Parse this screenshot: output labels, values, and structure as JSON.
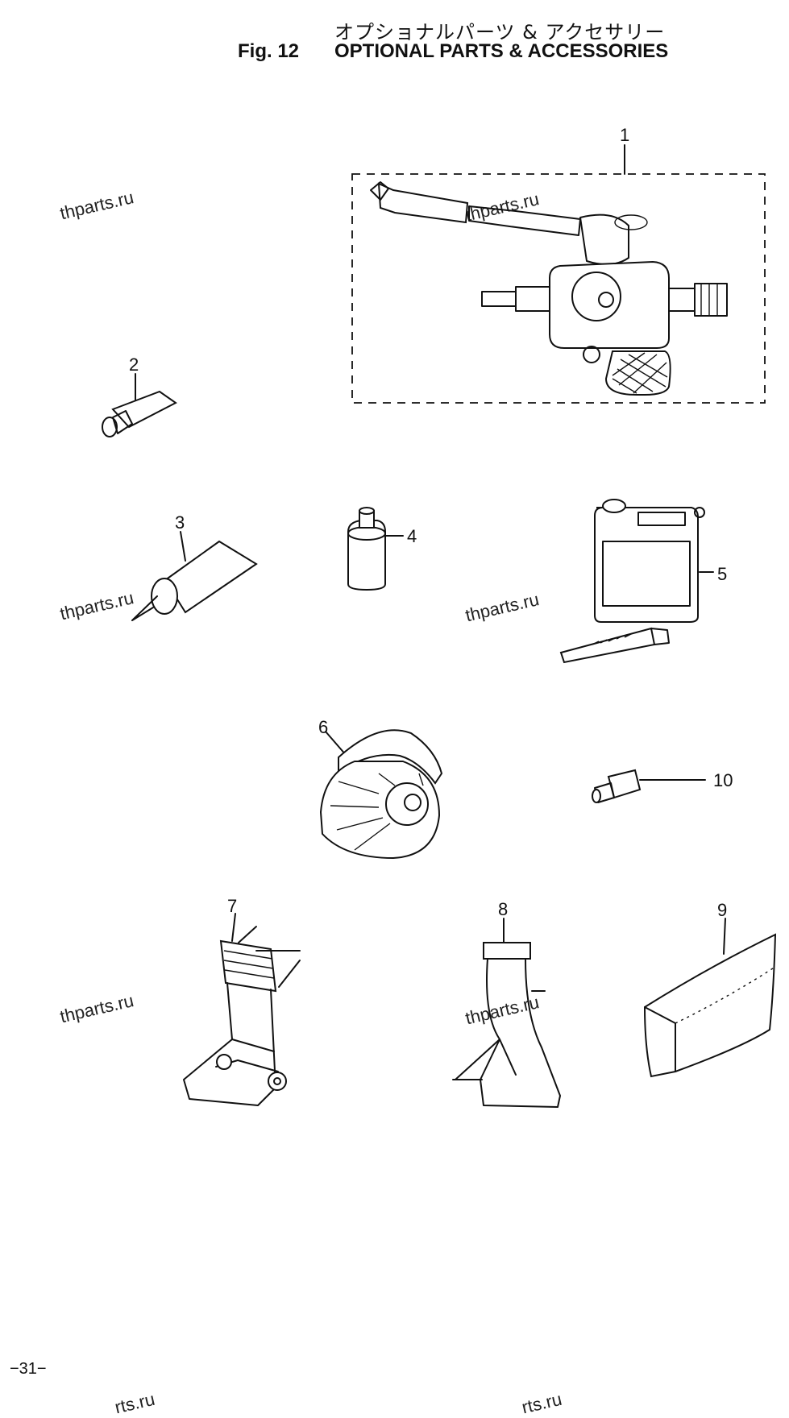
{
  "header": {
    "title_jp": "オプショナルパーツ & アクセサリー",
    "fig_label": "Fig. 12",
    "title_en": "OPTIONAL PARTS & ACCESSORIES"
  },
  "watermark": "thparts.ru",
  "watermark_partial": "rts.ru",
  "parts": [
    {
      "number": "1"
    },
    {
      "number": "2"
    },
    {
      "number": "3"
    },
    {
      "number": "4"
    },
    {
      "number": "5"
    },
    {
      "number": "6"
    },
    {
      "number": "7"
    },
    {
      "number": "8"
    },
    {
      "number": "9"
    },
    {
      "number": "10"
    }
  ],
  "footer": {
    "page_number": "−31−"
  }
}
